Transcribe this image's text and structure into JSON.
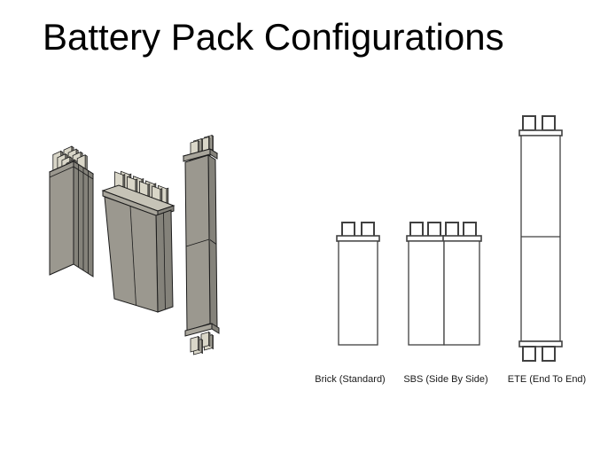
{
  "title": "Battery Pack Configurations",
  "configurations": [
    {
      "id": "brick",
      "label": "Brick (Standard)"
    },
    {
      "id": "sbs",
      "label": "SBS (Side By Side)"
    },
    {
      "id": "ete",
      "label": "ETE (End To End)"
    }
  ],
  "icons": [
    {
      "name": "battery-pack-3d-brick-icon"
    },
    {
      "name": "battery-pack-3d-sbs-icon"
    },
    {
      "name": "battery-pack-3d-ete-icon"
    },
    {
      "name": "battery-diagram-brick-icon"
    },
    {
      "name": "battery-diagram-sbs-icon"
    },
    {
      "name": "battery-diagram-ete-icon"
    }
  ],
  "colors": {
    "background": "#ffffff",
    "text": "#000000",
    "pack_front": "#9b988f",
    "pack_side": "#84827a",
    "pack_top": "#b7b4a8",
    "cap_front": "#a8a59b",
    "cap_top": "#c6c3b7",
    "tab_face": "#d9d6c8",
    "tab_edge": "#8f8c82",
    "outline_3d": "#1c1c1c",
    "outline_2d": "#404040"
  }
}
